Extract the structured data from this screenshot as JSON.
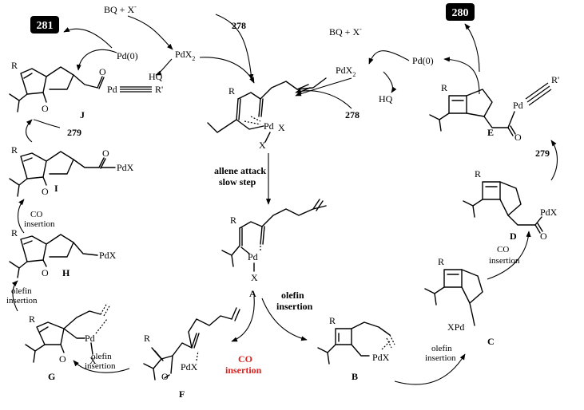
{
  "compounds": {
    "c281": "281",
    "c280": "280",
    "c278a": "278",
    "c278b": "278",
    "c279a": "279",
    "c279b": "279"
  },
  "reagents": {
    "bqx_left": "BQ + X",
    "bqx_right": "BQ + X",
    "minus": "-",
    "pd0_left": "Pd(0)",
    "pd0_right": "Pd(0)",
    "pdx2_left": "PdX",
    "pdx2_right": "PdX",
    "sub2": "2",
    "hq_left": "HQ",
    "hq_right": "HQ"
  },
  "steps": {
    "allene1": "allene attack",
    "allene2": "slow step",
    "olefin_ins_A1": "olefin",
    "olefin_ins_A2": "insertion",
    "co_ins_red1": "CO",
    "co_ins_red2": "insertion",
    "olefin_B1": "olefin",
    "olefin_B2": "insertion",
    "co_C1": "CO",
    "co_C2": "insertion",
    "co_I1": "CO",
    "co_I2": "insertion",
    "olefin_H1": "olefin",
    "olefin_H2": "insertion",
    "olefin_F1": "olefin",
    "olefin_F2": "insertion"
  },
  "intermediates": {
    "A": "A",
    "B": "B",
    "C": "C",
    "D": "D",
    "E": "E",
    "F": "F",
    "G": "G",
    "H": "H",
    "I": "I",
    "J": "J"
  },
  "atoms": {
    "R": "R",
    "Pd": "Pd",
    "X": "X",
    "PdX": "PdX",
    "XPd": "XPd",
    "O": "O",
    "Rp": "R'"
  },
  "colors": {
    "red": "#e0201e",
    "box": "#000000"
  }
}
